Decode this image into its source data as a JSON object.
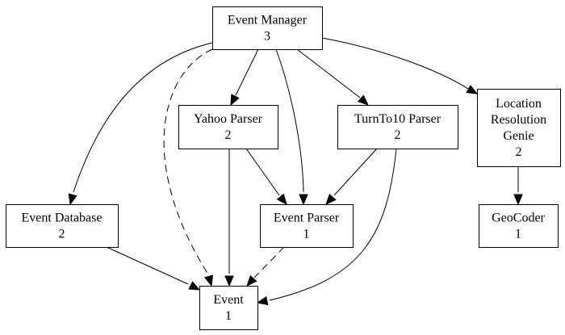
{
  "diagram": {
    "type": "directed-graph",
    "nodes": [
      {
        "id": "event_manager",
        "lines": [
          "Event Manager",
          "3"
        ]
      },
      {
        "id": "yahoo_parser",
        "lines": [
          "Yahoo Parser",
          "2"
        ]
      },
      {
        "id": "turnto10_parser",
        "lines": [
          "TurnTo10 Parser",
          "2"
        ]
      },
      {
        "id": "location_genie",
        "lines": [
          "Location",
          "Resolution",
          "Genie",
          "2"
        ]
      },
      {
        "id": "event_database",
        "lines": [
          "Event Database",
          "2"
        ]
      },
      {
        "id": "event_parser",
        "lines": [
          "Event Parser",
          "1"
        ]
      },
      {
        "id": "geocoder",
        "lines": [
          "GeoCoder",
          "1"
        ]
      },
      {
        "id": "event",
        "lines": [
          "Event",
          "1"
        ]
      }
    ],
    "edges": [
      {
        "from": "event_manager",
        "to": "event_database",
        "style": "solid"
      },
      {
        "from": "event_manager",
        "to": "event",
        "style": "dashed"
      },
      {
        "from": "event_manager",
        "to": "yahoo_parser",
        "style": "solid"
      },
      {
        "from": "event_manager",
        "to": "event_parser",
        "style": "solid"
      },
      {
        "from": "event_manager",
        "to": "turnto10_parser",
        "style": "solid"
      },
      {
        "from": "event_manager",
        "to": "location_genie",
        "style": "solid"
      },
      {
        "from": "yahoo_parser",
        "to": "event",
        "style": "solid"
      },
      {
        "from": "yahoo_parser",
        "to": "event_parser",
        "style": "solid"
      },
      {
        "from": "turnto10_parser",
        "to": "event_parser",
        "style": "solid"
      },
      {
        "from": "turnto10_parser",
        "to": "event",
        "style": "solid"
      },
      {
        "from": "location_genie",
        "to": "geocoder",
        "style": "solid"
      },
      {
        "from": "event_database",
        "to": "event",
        "style": "solid"
      },
      {
        "from": "event_parser",
        "to": "event",
        "style": "dashed"
      }
    ]
  }
}
